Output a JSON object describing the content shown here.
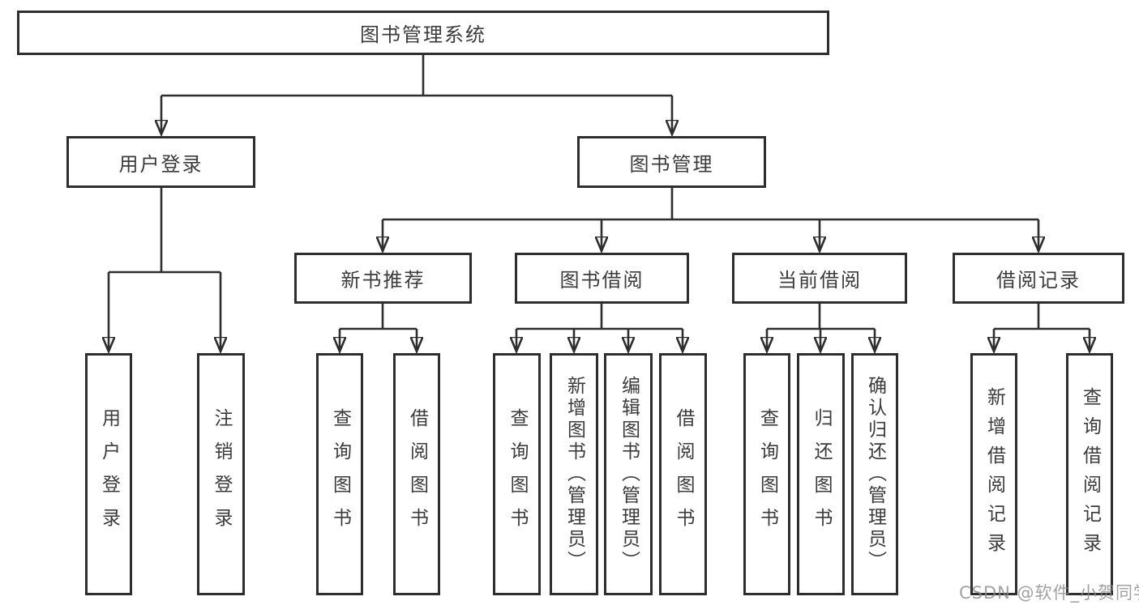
{
  "diagram": {
    "root": {
      "label": "图书管理系统"
    },
    "user_login_branch": {
      "label": "用户登录",
      "children": [
        {
          "label": "用户登录"
        },
        {
          "label": "注销登录"
        }
      ]
    },
    "book_management_branch": {
      "label": "图书管理",
      "sections": [
        {
          "label": "新书推荐",
          "children": [
            {
              "label": "查询图书"
            },
            {
              "label": "借阅图书"
            }
          ]
        },
        {
          "label": "图书借阅",
          "children": [
            {
              "label": "查询图书"
            },
            {
              "label": "新增图书（管理员）"
            },
            {
              "label": "编辑图书（管理员）"
            },
            {
              "label": "借阅图书"
            }
          ]
        },
        {
          "label": "当前借阅",
          "children": [
            {
              "label": "查询图书"
            },
            {
              "label": "归还图书"
            },
            {
              "label": "确认归还（管理员）"
            }
          ]
        },
        {
          "label": "借阅记录",
          "children": [
            {
              "label": "新增借阅记录"
            },
            {
              "label": "查询借阅记录"
            }
          ]
        }
      ]
    }
  },
  "watermark": {
    "text": "CSDN @软件_小贺同学"
  },
  "colors": {
    "line": "#2e2e2e",
    "box_border": "#2e2e2e",
    "text": "#3b3b3b",
    "watermark": "#8c8c8c",
    "background": "#ffffff"
  }
}
